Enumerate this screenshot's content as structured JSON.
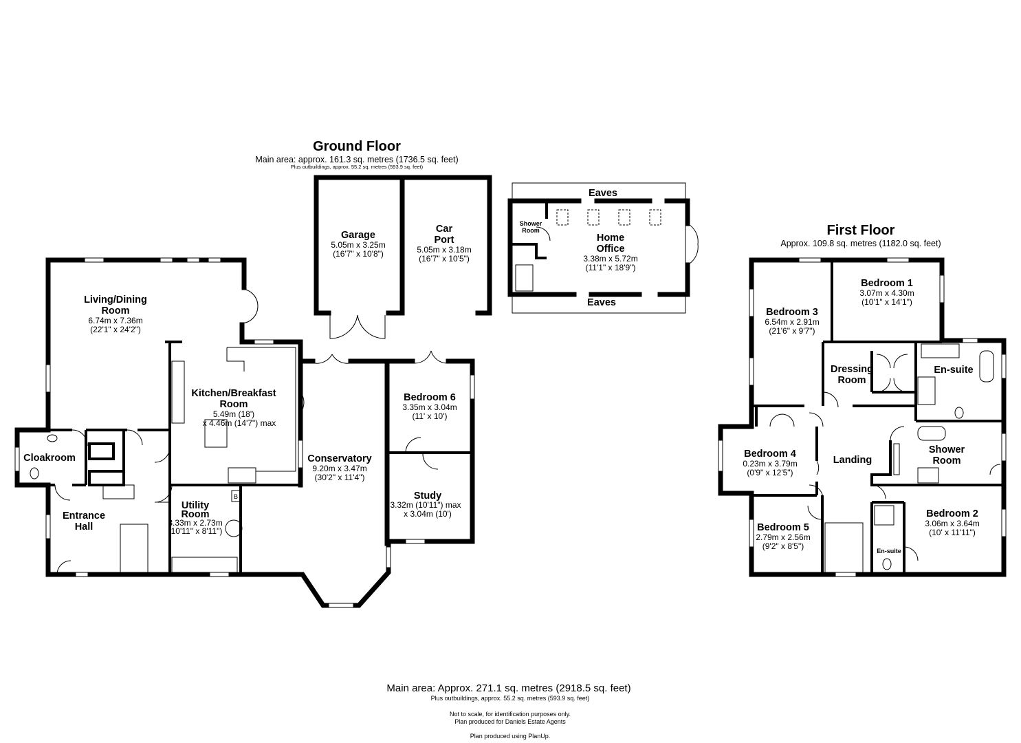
{
  "ground_floor": {
    "title": "Ground Floor",
    "area": "Main area: approx. 161.3 sq. metres (1736.5 sq. feet)",
    "outbuildings": "Plus outbuildings, approx. 55.2 sq. metres (593.9 sq. feet)",
    "rooms": {
      "living": {
        "name1": "Living/Dining",
        "name2": "Room",
        "d1": "6.74m x 7.36m",
        "d2": "(22'1\" x 24'2\")"
      },
      "kitchen": {
        "name1": "Kitchen/Breakfast",
        "name2": "Room",
        "d1": "5.49m (18')",
        "d2": "x 4.46m (14'7\") max"
      },
      "conservatory": {
        "name1": "Conservatory",
        "d1": "9.20m x 3.47m",
        "d2": "(30'2\" x 11'4\")"
      },
      "bedroom6": {
        "name1": "Bedroom 6",
        "d1": "3.35m x 3.04m",
        "d2": "(11' x 10')"
      },
      "study": {
        "name1": "Study",
        "d1": "3.32m (10'11\") max",
        "d2": "x 3.04m (10')"
      },
      "utility": {
        "name1": "Utility",
        "name2": "Room",
        "d1": "3.33m x 2.73m",
        "d2": "(10'11\" x 8'11\")",
        "boiler": "B"
      },
      "entrance": {
        "name1": "Entrance",
        "name2": "Hall"
      },
      "cloakroom": {
        "name1": "Cloakroom"
      },
      "garage": {
        "name1": "Garage",
        "d1": "5.05m x 3.25m",
        "d2": "(16'7\" x 10'8\")"
      },
      "carport": {
        "name1": "Car",
        "name2": "Port",
        "d1": "5.05m x 3.18m",
        "d2": "(16'7\" x 10'5\")"
      },
      "office": {
        "name1": "Home",
        "name2": "Office",
        "d1": "3.38m x 5.72m",
        "d2": "(11'1\" x 18'9\")"
      },
      "office_shower": {
        "name1": "Shower",
        "name2": "Room"
      },
      "eaves_top": "Eaves",
      "eaves_bottom": "Eaves"
    }
  },
  "first_floor": {
    "title": "First Floor",
    "area": "Approx. 109.8 sq. metres (1182.0 sq. feet)",
    "rooms": {
      "bedroom1": {
        "name1": "Bedroom 1",
        "d1": "3.07m x 4.30m",
        "d2": "(10'1\" x 14'1\")"
      },
      "bedroom3": {
        "name1": "Bedroom 3",
        "d1": "6.54m x 2.91m",
        "d2": "(21'6\" x 9'7\")"
      },
      "dressing": {
        "name1": "Dressing",
        "name2": "Room"
      },
      "ensuite1": {
        "name1": "En-suite"
      },
      "bedroom4": {
        "name1": "Bedroom 4",
        "d1": "0.23m x 3.79m",
        "d2": "(0'9\" x 12'5\")"
      },
      "landing": {
        "name1": "Landing"
      },
      "shower": {
        "name1": "Shower",
        "name2": "Room"
      },
      "bedroom5": {
        "name1": "Bedroom 5",
        "d1": "2.79m x 2.56m",
        "d2": "(9'2\" x 8'5\")"
      },
      "bedroom2": {
        "name1": "Bedroom 2",
        "d1": "3.06m x 3.64m",
        "d2": "(10' x 11'11\")"
      },
      "ensuite2": {
        "name1": "En-suite"
      }
    }
  },
  "footer": {
    "total": "Main area: Approx. 271.1 sq. metres (2918.5 sq. feet)",
    "outbuildings": "Plus outbuildings, approx. 55.2 sq. metres (593.9 sq. feet)",
    "note1": "Not to scale, for identification purposes only.",
    "note2": "Plan produced for Daniels Estate Agents",
    "note3": "Plan produced using PlanUp."
  }
}
